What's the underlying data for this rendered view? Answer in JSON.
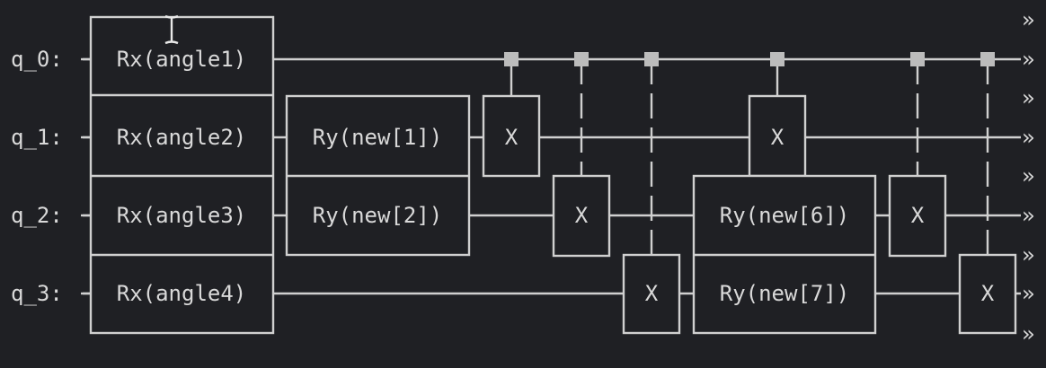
{
  "qubits": [
    {
      "label": "q_0:"
    },
    {
      "label": "q_1:"
    },
    {
      "label": "q_2:"
    },
    {
      "label": "q_3:"
    }
  ],
  "gates": {
    "rx1": "Rx(angle1)",
    "rx2": "Rx(angle2)",
    "rx3": "Rx(angle3)",
    "rx4": "Rx(angle4)",
    "ry1": "Ry(new[1])",
    "ry2": "Ry(new[2])",
    "ry6": "Ry(new[6])",
    "ry7": "Ry(new[7])",
    "x": "X"
  },
  "continuation": "»",
  "colors": {
    "background": "#1f2024",
    "wire": "#d0d0d0",
    "text": "#d9d9d9",
    "control_dot": "#bcbcbc"
  },
  "icons": [
    "text-cursor-icon",
    "control-dot-icon"
  ]
}
